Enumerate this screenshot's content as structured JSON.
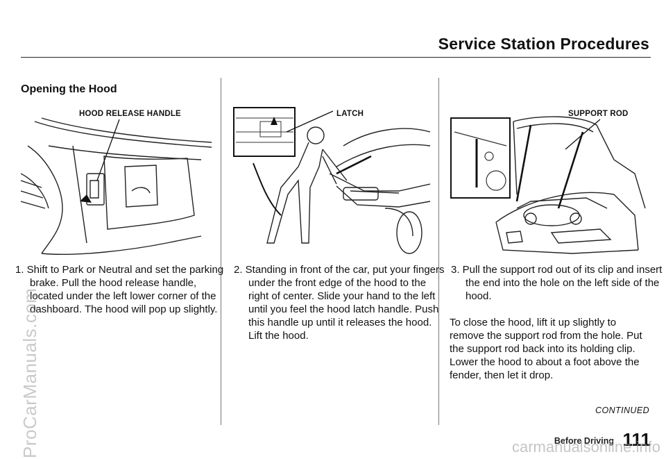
{
  "header": {
    "title": "Service Station Procedures"
  },
  "section": {
    "title": "Opening the Hood"
  },
  "figures": [
    {
      "label": "HOOD RELEASE HANDLE"
    },
    {
      "label": "LATCH"
    },
    {
      "label": "SUPPORT ROD"
    }
  ],
  "steps": [
    {
      "text": "1. Shift to Park or Neutral and set the parking brake. Pull the hood release handle, located under the left lower corner of the dashboard. The hood will pop up slightly."
    },
    {
      "text": "2. Standing in front of the car, put your fingers under the front edge of the hood to the right of center. Slide your hand to the left until you feel the hood latch handle. Push this handle up until it releases the hood. Lift the hood."
    },
    {
      "text": "3. Pull the support rod out of its clip and insert the end into the hole on the left side of the hood."
    }
  ],
  "closing": {
    "text": "To close the hood, lift it up slightly to remove the support rod from the hole. Put the support rod back into its holding clip. Lower the hood to about a foot above the fender, then let it drop."
  },
  "continued": "CONTINUED",
  "footer": {
    "section": "Before Driving",
    "page": "111"
  },
  "watermarks": {
    "side": "ProCarManuals.com",
    "bottom": "carmanualsonline.info"
  }
}
